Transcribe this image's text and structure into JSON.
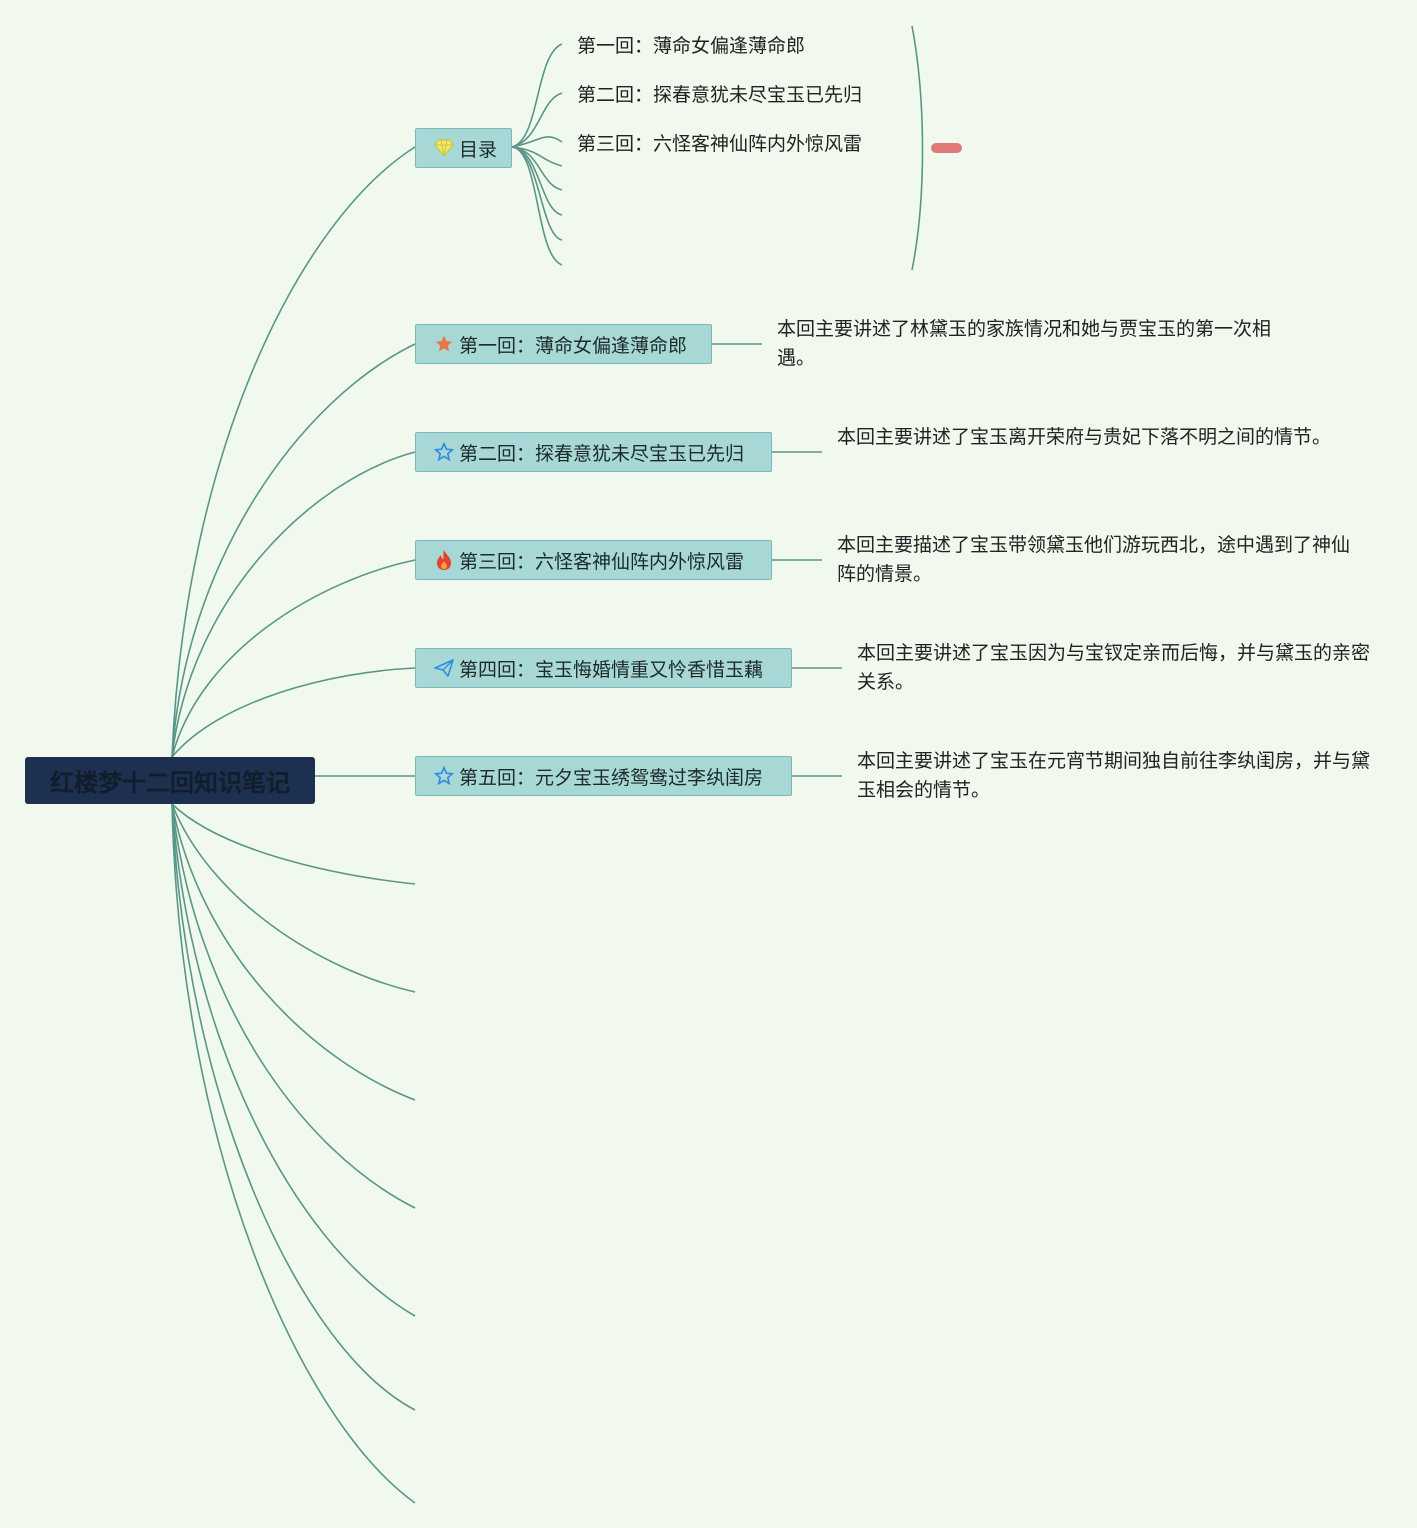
{
  "root": {
    "title": "红楼梦十二回知识笔记"
  },
  "toc": {
    "label": "目录",
    "icon": "diamond-icon",
    "items": [
      "第一回：薄命女偏逢薄命郎",
      "第二回：探春意犹未尽宝玉已先归",
      "第三回：六怪客神仙阵内外惊风雷"
    ]
  },
  "chapters": [
    {
      "label": "第一回：薄命女偏逢薄命郎",
      "icon": "star-filled-icon",
      "summary": "本回主要讲述了林黛玉的家族情况和她与贾宝玉的第一次相遇。"
    },
    {
      "label": "第二回：探春意犹未尽宝玉已先归",
      "icon": "star-outline-icon",
      "summary": "本回主要讲述了宝玉离开荣府与贵妃下落不明之间的情节。"
    },
    {
      "label": "第三回：六怪客神仙阵内外惊风雷",
      "icon": "fire-icon",
      "summary": "本回主要描述了宝玉带领黛玉他们游玩西北，途中遇到了神仙阵的情景。"
    },
    {
      "label": "第四回：宝玉悔婚情重又怜香惜玉藕",
      "icon": "paper-plane-icon",
      "summary": "本回主要讲述了宝玉因为与宝钗定亲而后悔，并与黛玉的亲密关系。"
    },
    {
      "label": "第五回：元夕宝玉绣鸳鸯过李纨闺房",
      "icon": "star-outline-icon",
      "summary": "本回主要讲述了宝玉在元宵节期间独自前往李纨闺房，并与黛玉相会的情节。"
    }
  ],
  "colors": {
    "line": "#5a9688",
    "node_bg": "#a8d8d6",
    "root_bg": "#1e3050",
    "background": "#f1f8ee",
    "collapse": "#e07a7a"
  }
}
